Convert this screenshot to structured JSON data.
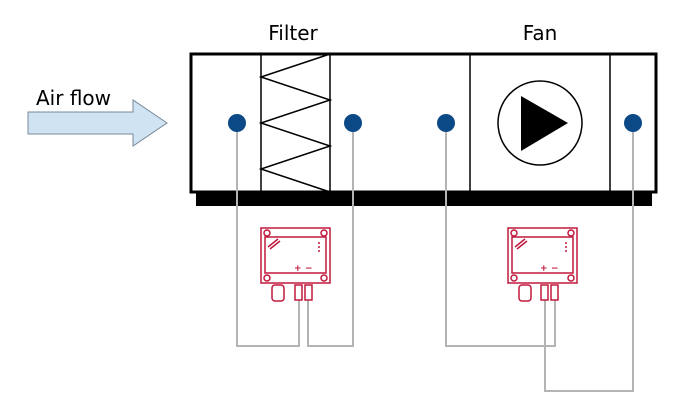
{
  "labels": {
    "airflow": "Air flow",
    "filter": "Filter",
    "fan": "Fan"
  },
  "sensors": [
    {
      "plus": "+",
      "minus": "−"
    },
    {
      "plus": "+",
      "minus": "−"
    }
  ],
  "colors": {
    "sensor": "#c0183c",
    "tube": "#b4b4b4",
    "port": "#0b4a86",
    "arrow_fill": "#cfe3f3",
    "arrow_stroke": "#7a8a99"
  }
}
